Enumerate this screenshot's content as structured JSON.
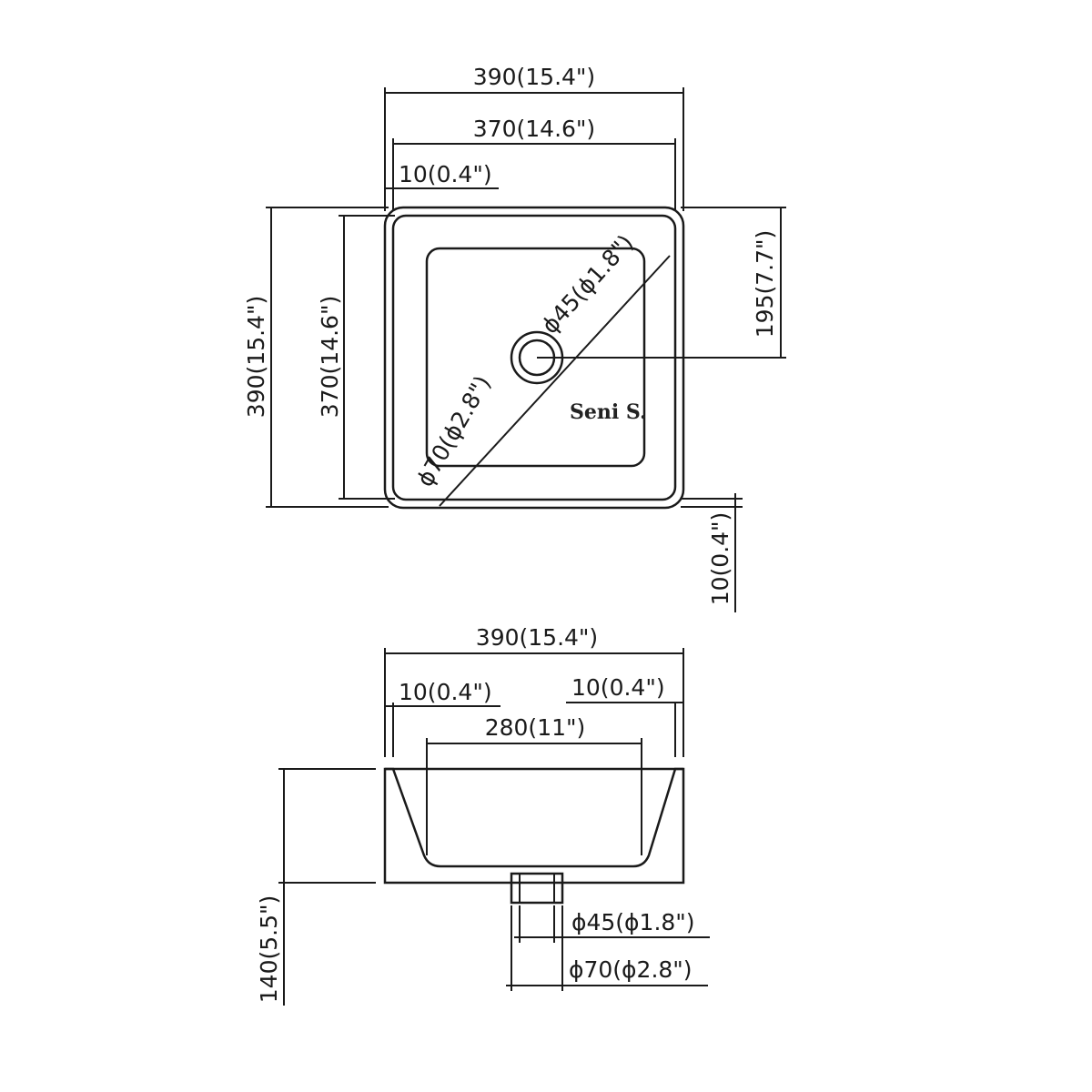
{
  "top_view": {
    "width_outer": "390(15.4\")",
    "width_inner": "370(14.6\")",
    "rim_top": "10(0.4\")",
    "height_outer": "390(15.4\")",
    "height_inner": "370(14.6\")",
    "drain_offset": "195(7.7\")",
    "rim_bottom": "10(0.4\")",
    "drain_small": "ϕ45(ϕ1.8\")",
    "drain_large": "ϕ70(ϕ2.8\")",
    "logo_text": "Seni S."
  },
  "side_view": {
    "width_outer": "390(15.4\")",
    "rim_left": "10(0.4\")",
    "rim_right": "10(0.4\")",
    "bottom_width": "280(11\")",
    "depth": "140(5.5\")",
    "drain_small": "ϕ45(ϕ1.8\")",
    "drain_large": "ϕ70(ϕ2.8\")"
  }
}
